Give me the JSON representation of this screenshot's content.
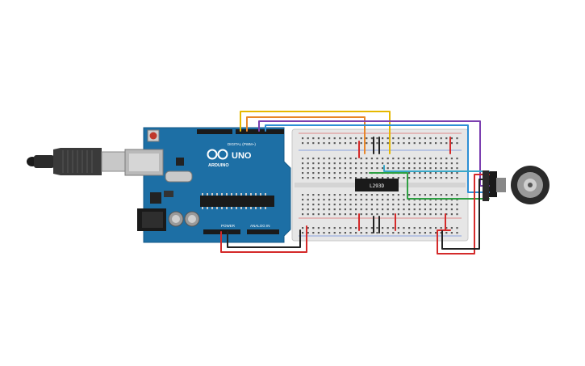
{
  "arduino": {
    "brand": "ARDUINO",
    "model": "UNO",
    "digital_label": "DIGITAL (PWM~)",
    "power_label": "POWER",
    "analog_label": "ANALOG IN",
    "board_color": "#1d6fa5"
  },
  "chip": {
    "label": "L293D"
  },
  "wire_colors": {
    "red": "#d42a2a",
    "black": "#222222",
    "yellow": "#e6b800",
    "orange": "#e8862a",
    "green": "#2ea043",
    "blue": "#2d8fd5",
    "purple": "#7b3fb0",
    "cyan": "#38a8c8"
  },
  "components": {
    "usb_cable": "usb-cable",
    "breadboard": "breadboard",
    "motor": "dc-motor-with-encoder"
  }
}
